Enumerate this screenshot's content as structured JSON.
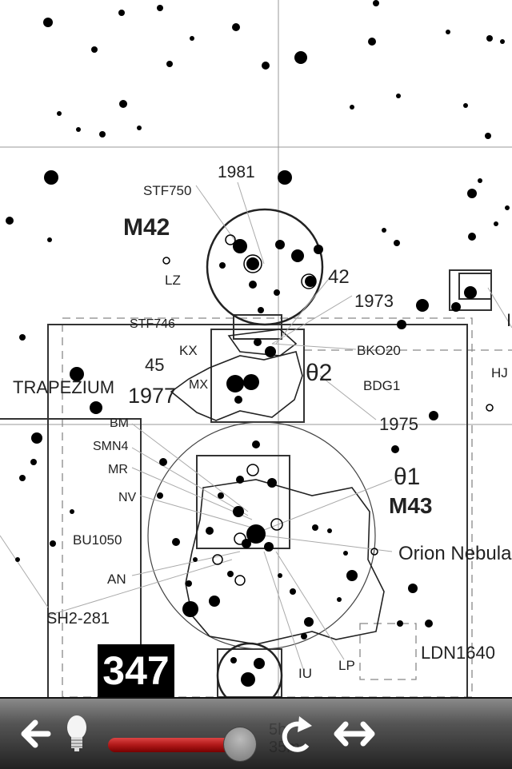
{
  "chart": {
    "labels": {
      "y1981": "1981",
      "stf750": "STF750",
      "m42": "M42",
      "lz": "LZ",
      "n42": "42",
      "y1973": "1973",
      "stf746": "STF746",
      "kx": "KX",
      "bko20": "BKO20",
      "n45": "45",
      "mx": "MX",
      "theta2": "θ2",
      "bdg1": "BDG1",
      "trapezium": "TRAPEZIUM",
      "y1977": "1977",
      "y1975": "1975",
      "bm": "BM",
      "smn4": "SMN4",
      "mr": "MR",
      "nv": "NV",
      "theta1": "θ1",
      "m43": "M43",
      "bu1050": "BU1050",
      "orion": "Orion Nebula",
      "an": "AN",
      "sh2": "SH2-281",
      "ldn1640": "LDN1640",
      "lp": "LP",
      "iu": "IU",
      "hj": "HJ",
      "i": "I"
    },
    "page_number": "347"
  },
  "toolbar": {
    "back_icon": "arrow-left-icon",
    "light_icon": "lightbulb-icon",
    "rotate_icon": "rotate-icon",
    "flip_icon": "double-arrow-icon",
    "ra_line1": "5h",
    "ra_line2": "35m",
    "slider_fraction": 0.78,
    "slider_color": "#b01818"
  }
}
